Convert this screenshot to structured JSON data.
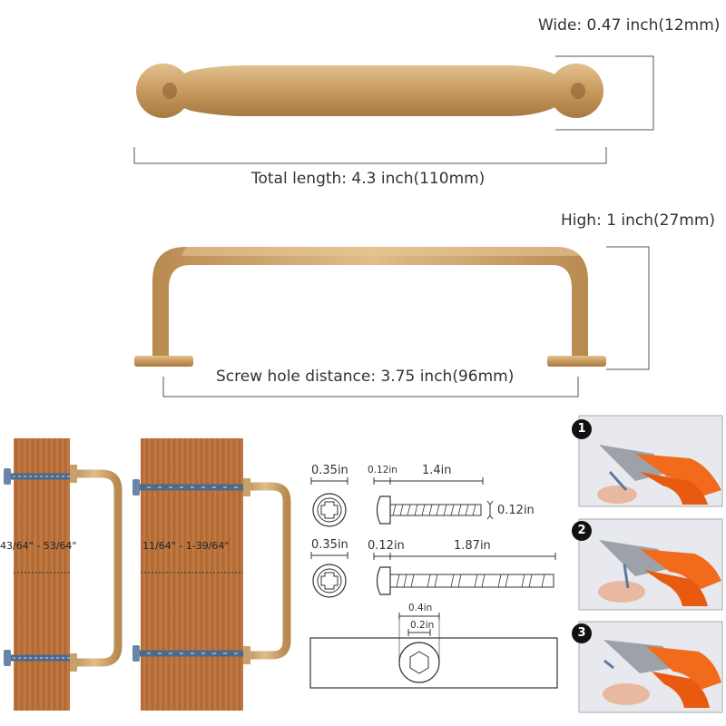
{
  "handle_top": {
    "wide_label": "Wide: 0.47 inch(12mm)",
    "length_label": "Total length: 4.3 inch(110mm)"
  },
  "handle_side": {
    "high_label": "High: 1 inch(27mm)",
    "screw_hole_label": "Screw hole distance: 3.75 inch(96mm)"
  },
  "install": {
    "range_thin": "43/64\" - 53/64\"",
    "range_thick": "11/64\" - 1-39/64\""
  },
  "screw_short": {
    "head_dia": "0.35in",
    "head_thick": "0.12in",
    "length": "1.4in",
    "shaft_dia": "0.12in"
  },
  "screw_long": {
    "head_dia": "0.35in",
    "head_thick": "0.12in",
    "length": "1.87in"
  },
  "hex": {
    "outer": "0.4in",
    "inner": "0.2in"
  },
  "steps": [
    "1",
    "2",
    "3"
  ],
  "colors": {
    "brass": "#c8a06a",
    "wood": "#b8703a",
    "plier_orange": "#f26a1b"
  }
}
